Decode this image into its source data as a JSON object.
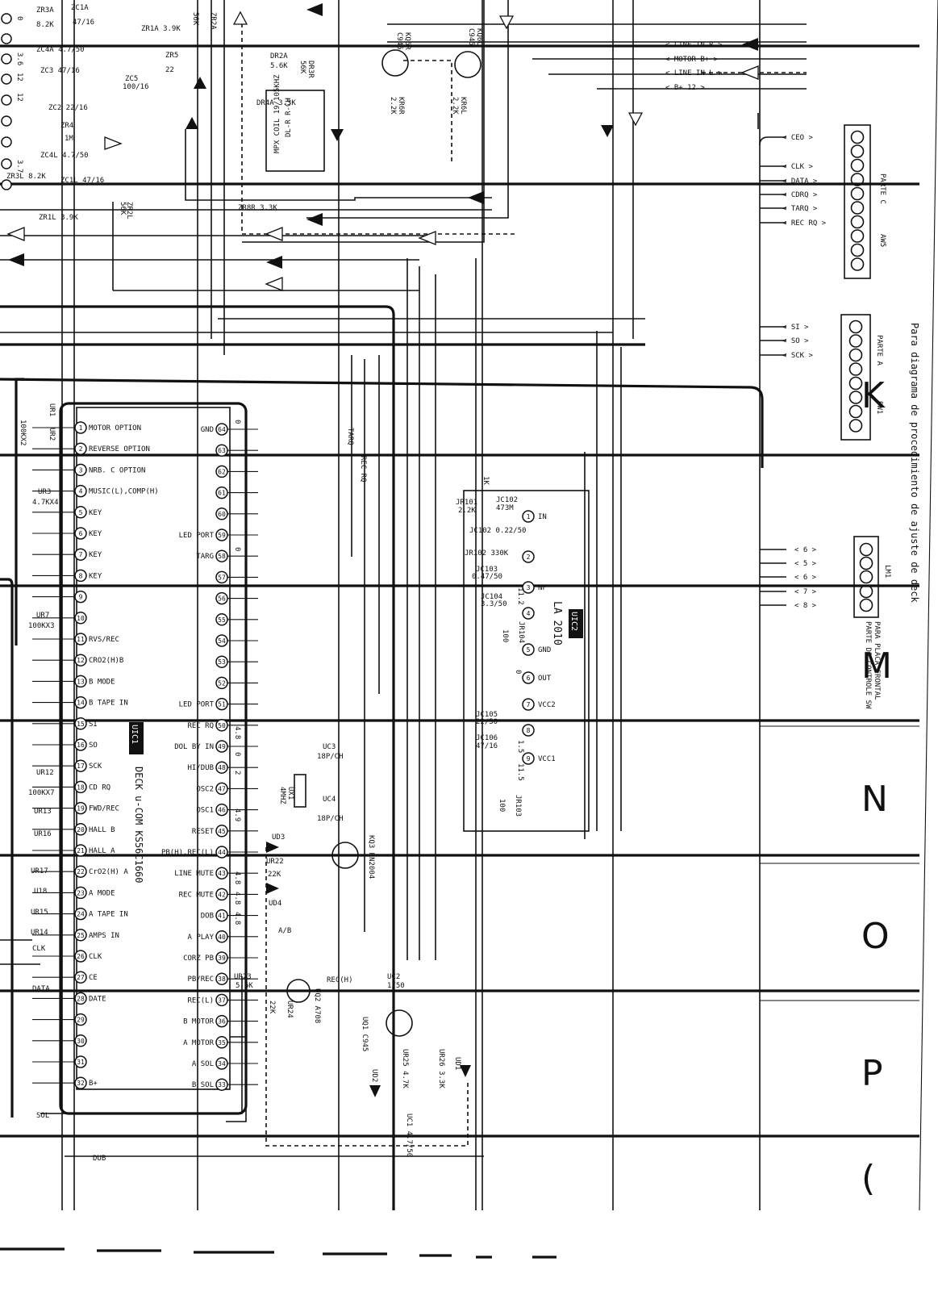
{
  "ic1": {
    "tag": "UIC1",
    "title": "DECK u-COM  KS56C1660",
    "left_pins": [
      "MOTOR OPTION",
      "REVERSE OPTION",
      "NRB. C OPTION",
      "MUSIC(L),COMP(H)",
      "KEY",
      "KEY",
      "KEY",
      "KEY",
      "",
      "",
      "RVS/REC",
      "CRO2(H)B",
      "B MODE",
      "B TAPE IN",
      "SI",
      "SO",
      "SCK",
      "CD RQ",
      "FWD/REC",
      "HALL B",
      "HALL A",
      "CrO2(H) A",
      "A MODE",
      "A TAPE IN",
      "AMPS IN",
      "CLK",
      "CE",
      "DATE",
      "",
      "",
      "",
      "B+"
    ],
    "right_pins": [
      "GND",
      "",
      "",
      "",
      "",
      "LED PORT",
      "TARG",
      "",
      "",
      "",
      "",
      "",
      "",
      "LED PORT",
      "REC RQ",
      "DOL BY IN",
      "HI/DUB",
      "OSC2",
      "OSC1",
      "RESET",
      "PB(H).REC(L)",
      "LINE MUTE",
      "REC MUTE",
      "DOB",
      "A PLAY",
      "CORZ PB",
      "PB/REC",
      "REC(L)",
      "B MOTOR",
      "A MOTOR",
      "A SOL",
      "B SOL"
    ]
  },
  "ic2": {
    "tag": "UIC2",
    "part": "LA 2010",
    "pins": [
      "IN",
      "",
      "NF",
      "",
      "GND",
      "OUT",
      "VCC2",
      "",
      "VCC1"
    ]
  },
  "connectors": {
    "parte_c": {
      "label": "PARTE C",
      "ref": "AW5",
      "signals": [
        "CEO",
        "CLK",
        "DATA",
        "CDRQ",
        "TARQ",
        "REC RQ"
      ]
    },
    "parte_a": {
      "label": "PARTE A",
      "ref": "BW1",
      "signals": [
        "SI",
        "SO",
        "SCK"
      ]
    },
    "lm1": {
      "label": "LM1",
      "caption1": "PARA PLACA FRONTAL",
      "caption2": "PARTE DE CONTROLE SW",
      "signals": [
        "6",
        "5",
        "6",
        "7",
        "8"
      ]
    },
    "top_right": [
      "LINE-IN-R",
      "MOTOR B+",
      "LINE IN L",
      "B+ 12"
    ]
  },
  "components": {
    "zr3a": "ZR3A",
    "zr3a_v": "8.2K",
    "zc1a": "ZC1A",
    "zc1a_v": "47/16",
    "zr1a": "ZR1A 3.9K",
    "zc4a": "ZC4A 4.7/50",
    "zr5": "ZR5",
    "zr5_v": "22",
    "zc3": "ZC3 47/16",
    "zc5": "ZC5",
    "zc5_v": "100/16",
    "zc2": "ZC2 22/16",
    "zr4": "ZR4",
    "zr4_v": "1M",
    "zc4l": "ZC4L 4.7/50",
    "zr3l": "ZR3L 8.2K",
    "zc1l": "ZC1L 47/16",
    "zr1l": "ZR1L 3.9K",
    "zr2l": "ZR2L",
    "zr2l_v": "56K",
    "dr2a": "DR2A",
    "dr2a_v": "5.6K",
    "dr4a": "DR4A 3.3K",
    "dr3r": "DR3R",
    "dr3r_v": "56K",
    "mpx": "MPX COIL 19/105KHZ",
    "mpx2": "DL-R R-CH",
    "zr8r": "ZR8R 3.3K",
    "kq6r": "KQ6R",
    "kq6r_v": "C945",
    "kr6r": "KR6R",
    "kr6r_v": "2.2K",
    "kq6l": "KQ6L",
    "kq6l_v": "C945",
    "kr6l": "KR6L",
    "kr6l_v": "2.2K",
    "zr2a": "ZR2A",
    "zr2a_v": "56K",
    "ur1": "UR1",
    "ur2": "UR2",
    "ur2_v": "100KX2",
    "ur3": "UR3",
    "ur3_v": "4.7KX4",
    "ur7": "UR7",
    "ur7_v": "100KX3",
    "ur12": "UR12",
    "ur12_v": "100KX7",
    "ur13": "UR13",
    "ur16": "UR16",
    "ur17": "UR17",
    "ur15": "UR15",
    "ur14": "UR14",
    "u18": "U18",
    "jc102": "JC102",
    "jc102_v": "473M",
    "jr101": "JR101",
    "jr101_v": "2.2K",
    "jc102b": "JC102 0.22/50",
    "jr102": "JR102 330K",
    "jc103": "JC103",
    "jc103_v": "0.47/50",
    "jc104": "JC104",
    "jc104_v": "3.3/50",
    "jr104": "JR104",
    "jr104_v": "100",
    "jc105": "JC105",
    "jc105_v": "22/50",
    "jc106": "JC106",
    "jc106_v": "47/16",
    "jr103": "JR103",
    "jr103_v": "100",
    "r_1k": "1K",
    "uc3": "UC3",
    "uc3_v": "18P/CH",
    "ux1": "UX1",
    "ux1_v": "4MHZ",
    "uc4": "UC4",
    "uc4_v": "18P/CH",
    "ud3": "UD3",
    "ud4": "UD4",
    "ur22": "UR22",
    "ur22_v": "22K",
    "kq3": "KQ3 RN2004",
    "ur23": "UR23",
    "ur23_v": "5.6K",
    "ur24": "UR24",
    "ur24_v": "22K",
    "uq2": "UQ2 A708",
    "uc2": "UC2",
    "uc2_v": "1/50",
    "uq1": "UQ1 C945",
    "ur25": "UR25 4.7K",
    "ur26": "UR26 3.3K",
    "ud1": "UD1",
    "ud2": "UD2",
    "uc1": "UC1 4.7/50",
    "ab": "A/B",
    "rech": "REC(H)",
    "clk": "CLK",
    "data": "DATA",
    "sol": "SOL",
    "dub": "DUB",
    "tarq": "TARQ",
    "recrq": "REC RQ"
  },
  "volt": {
    "v0": "0",
    "v36": "3.6",
    "v12": "12",
    "v37": "3.7",
    "v48": "4.8",
    "v2": "2",
    "v49": "4.9",
    "v112": "11.2",
    "v15": "1.5",
    "v115": "11.5",
    "v0b": "0"
  },
  "grid_letters": [
    "K",
    "M",
    "N",
    "O",
    "P",
    "("
  ],
  "edge_text": "Para diagrama de procedimiento de ajuste de deck"
}
